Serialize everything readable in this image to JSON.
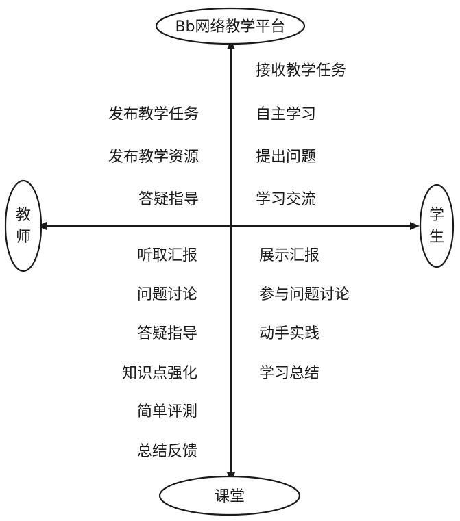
{
  "top_node": "Bb网络教学平台",
  "bottom_node": "课堂",
  "left_node": [
    "教",
    "师"
  ],
  "right_node": [
    "学",
    "生"
  ],
  "teacher_online": [
    "发布教学任务",
    "发布教学资源",
    "答疑指导"
  ],
  "student_online": [
    "接收教学任务",
    "自主学习",
    "提出问题",
    "学习交流"
  ],
  "teacher_class": [
    "听取汇报",
    "问题讨论",
    "答疑指导",
    "知识点强化",
    "简单评測",
    "总结反馈"
  ],
  "student_class": [
    "展示汇报",
    "参与问题讨论",
    "动手实践",
    "学习总结"
  ],
  "colors": {
    "ink": "#1a1a1a",
    "background": "#ffffff"
  }
}
